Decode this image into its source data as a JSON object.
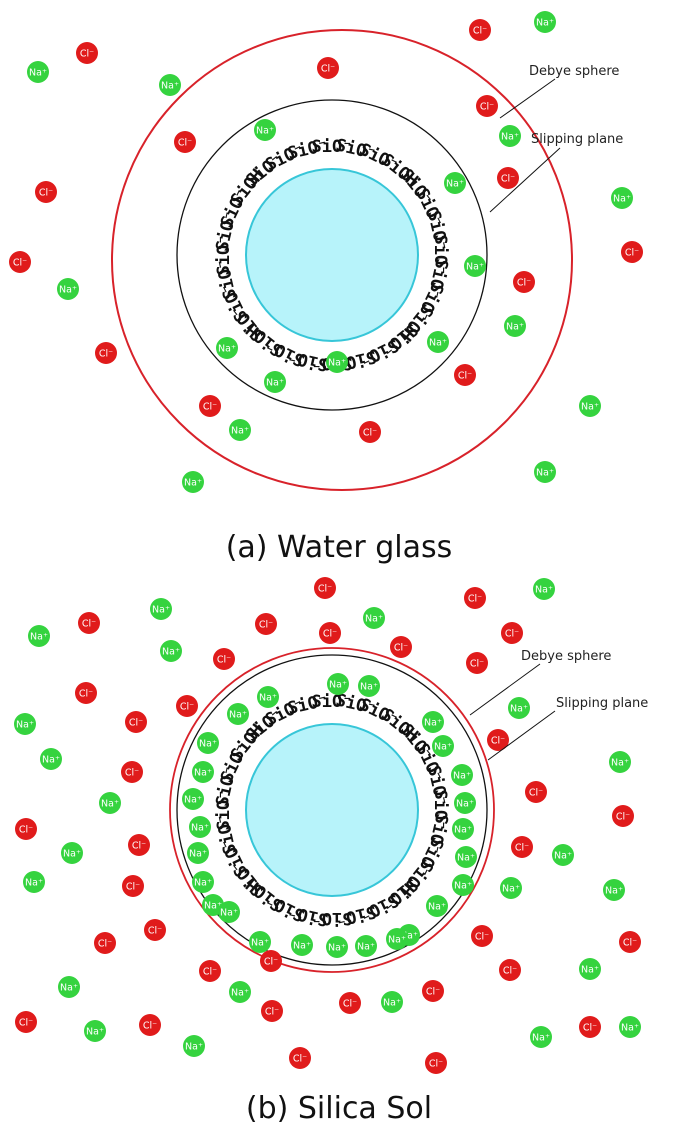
{
  "panels": [
    {
      "id": "a",
      "caption": "(a)  Water  glass",
      "labels": {
        "debye": "Debye sphere",
        "slipping": "Slipping plane"
      },
      "ion_text": {
        "na": "Na⁺",
        "cl": "Cl⁻"
      },
      "surface_group_text": {
        "sio": "SiO⁻",
        "sioh": "SiOH"
      },
      "colors": {
        "core": "#b7f3fa",
        "core_edge": "#37c6d8",
        "debye_ring": "#d8222a",
        "slipping_ring": "#111111",
        "na": "#35d33f",
        "cl": "#e01b1b"
      }
    },
    {
      "id": "b",
      "caption": "(b)  Silica  Sol",
      "labels": {
        "debye": "Debye sphere",
        "slipping": "Slipping plane"
      },
      "ion_text": {
        "na": "Na⁺",
        "cl": "Cl⁻"
      },
      "surface_group_text": {
        "sio": "SiO⁻",
        "sioh": "SiOH"
      },
      "colors": {
        "core": "#b7f3fa",
        "core_edge": "#37c6d8",
        "debye_ring": "#d8222a",
        "slipping_ring": "#111111",
        "na": "#35d33f",
        "cl": "#e01b1b"
      }
    }
  ]
}
